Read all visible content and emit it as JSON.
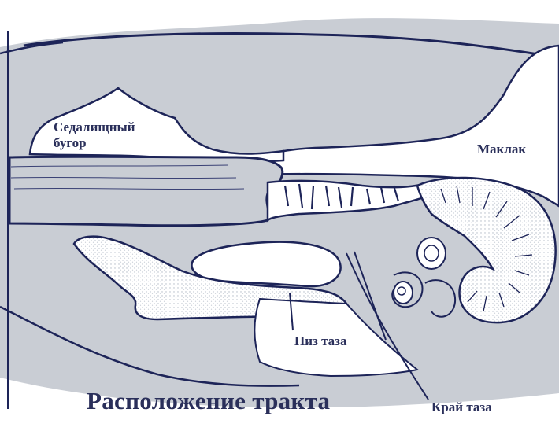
{
  "labels": {
    "ischial_tuberosity_line1": "Седалищный",
    "ischial_tuberosity_line2": "бугор",
    "hip_point": "Маклак",
    "pelvic_floor": "Низ таза",
    "pelvic_brim": "Край таза"
  },
  "title": "Расположение тракта",
  "colors": {
    "background_fill": "#c9cdd4",
    "inner_fill": "#ffffff",
    "outline": "#1d2458",
    "label_text": "#2a2f5a",
    "stipple": "#9aa3b2"
  }
}
